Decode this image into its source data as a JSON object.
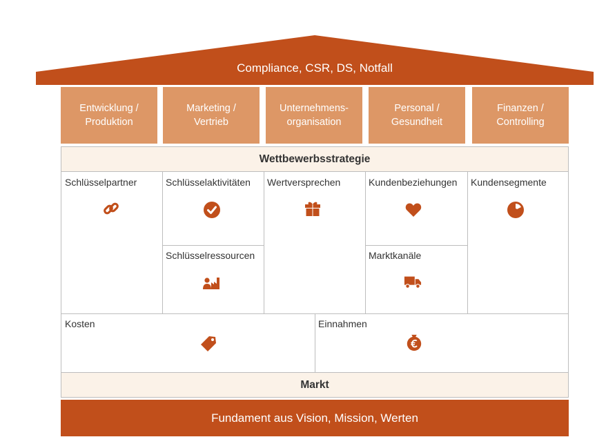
{
  "roof": {
    "label": "Compliance, CSR, DS, Notfall"
  },
  "pillars": [
    {
      "label": "Entwicklung /\nProduktion"
    },
    {
      "label": "Marketing /\nVertrieb"
    },
    {
      "label": "Unternehmens-\norganisation"
    },
    {
      "label": "Personal /\nGesundheit"
    },
    {
      "label": "Finanzen /\nControlling"
    }
  ],
  "strategy": {
    "label": "Wettbewerbsstrategie"
  },
  "canvas": {
    "key_partners": {
      "label": "Schlüsselpartner",
      "icon": "link-icon"
    },
    "key_activities": {
      "label": "Schlüsselaktivitäten",
      "icon": "checkmark-circle-icon"
    },
    "key_resources": {
      "label": "Schlüsselressourcen",
      "icon": "worker-factory-icon"
    },
    "value_proposition": {
      "label": "Wertversprechen",
      "icon": "gift-icon"
    },
    "customer_relationships": {
      "label": "Kundenbeziehungen",
      "icon": "heart-icon"
    },
    "channels": {
      "label": "Marktkanäle",
      "icon": "delivery-truck-icon"
    },
    "customer_segments": {
      "label": "Kundensegmente",
      "icon": "pie-chart-icon"
    },
    "costs": {
      "label": "Kosten",
      "icon": "price-tag-icon"
    },
    "revenues": {
      "label": "Einnahmen",
      "icon": "euro-money-bag-icon"
    }
  },
  "market": {
    "label": "Markt"
  },
  "foundation": {
    "label": "Fundament aus Vision, Mission, Werten"
  },
  "colors": {
    "primary": "#c14f1b",
    "pillar": "#dd9766",
    "band": "#fbf2e8",
    "border": "#bdbdbd"
  }
}
